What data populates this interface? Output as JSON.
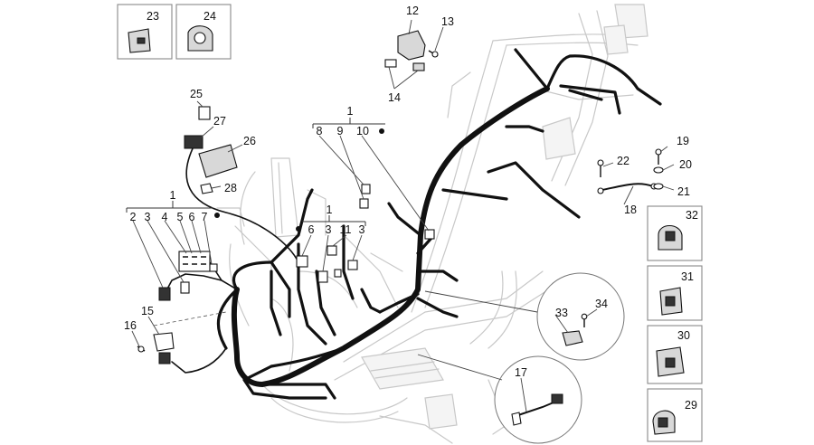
{
  "callouts": {
    "c1a": "1",
    "c1b": "1",
    "c1c": "1",
    "c2": "2",
    "c3a": "3",
    "c3b": "3",
    "c3c": "3",
    "c4": "4",
    "c5": "5",
    "c6a": "6",
    "c6b": "6",
    "c7": "7",
    "c8": "8",
    "c9": "9",
    "c10": "10",
    "c11": "11",
    "c12": "12",
    "c13": "13",
    "c14": "14",
    "c15": "15",
    "c16": "16",
    "c17": "17",
    "c18": "18",
    "c19": "19",
    "c20": "20",
    "c21": "21",
    "c22": "22",
    "c23": "23",
    "c24": "24",
    "c25": "25",
    "c26": "26",
    "c27": "27",
    "c28": "28",
    "c29": "29",
    "c30": "30",
    "c31": "31",
    "c32": "32",
    "c33": "33",
    "c34": "34"
  }
}
